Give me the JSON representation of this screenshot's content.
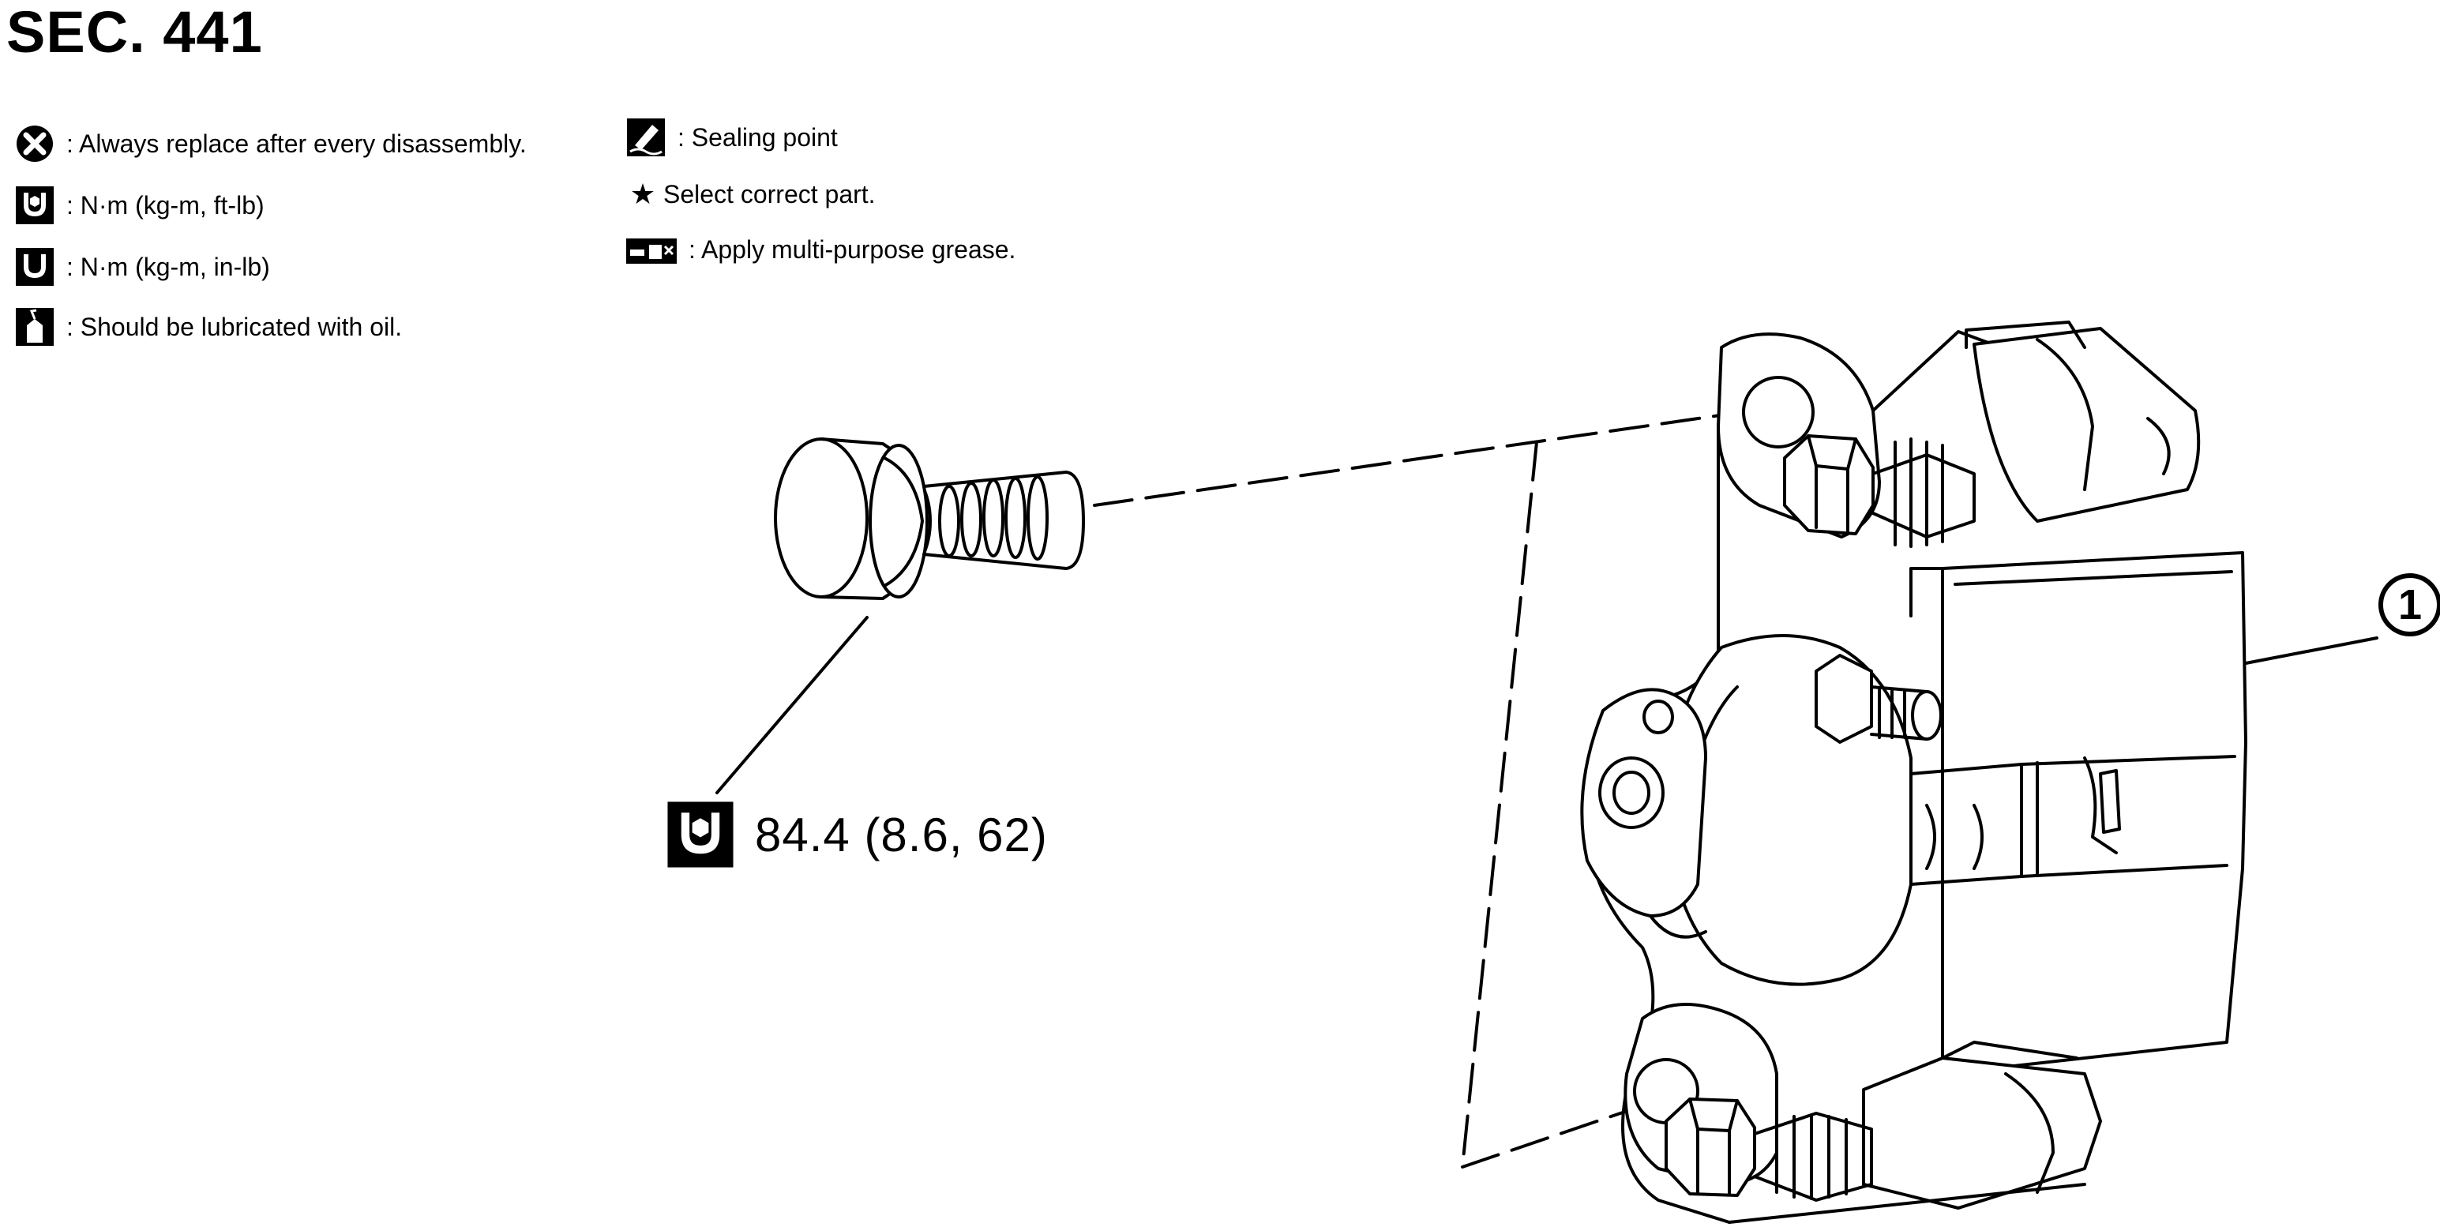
{
  "section": {
    "title": "SEC. 441"
  },
  "legend": {
    "left": [
      {
        "icon": "x-circle-icon",
        "text": ": Always replace after every disassembly."
      },
      {
        "icon": "wrench-ft-lb-icon",
        "text": ": N·m (kg-m, ft-lb)"
      },
      {
        "icon": "wrench-in-lb-icon",
        "text": ": N·m (kg-m, in-lb)"
      },
      {
        "icon": "oil-can-icon",
        "text": ": Should be lubricated with oil."
      }
    ],
    "right": [
      {
        "icon": "sealing-point-icon",
        "text": ": Sealing point"
      },
      {
        "icon": "star-icon",
        "symbol": "★",
        "text": "Select correct part."
      },
      {
        "icon": "grease-gun-icon",
        "text": ": Apply multi-purpose grease."
      }
    ]
  },
  "torque": {
    "icon": "wrench-ft-lb-icon",
    "value": "84.4 (8.6, 62)"
  },
  "callouts": [
    {
      "label": "1"
    }
  ],
  "colors": {
    "line": "#000000",
    "background": "#ffffff"
  }
}
